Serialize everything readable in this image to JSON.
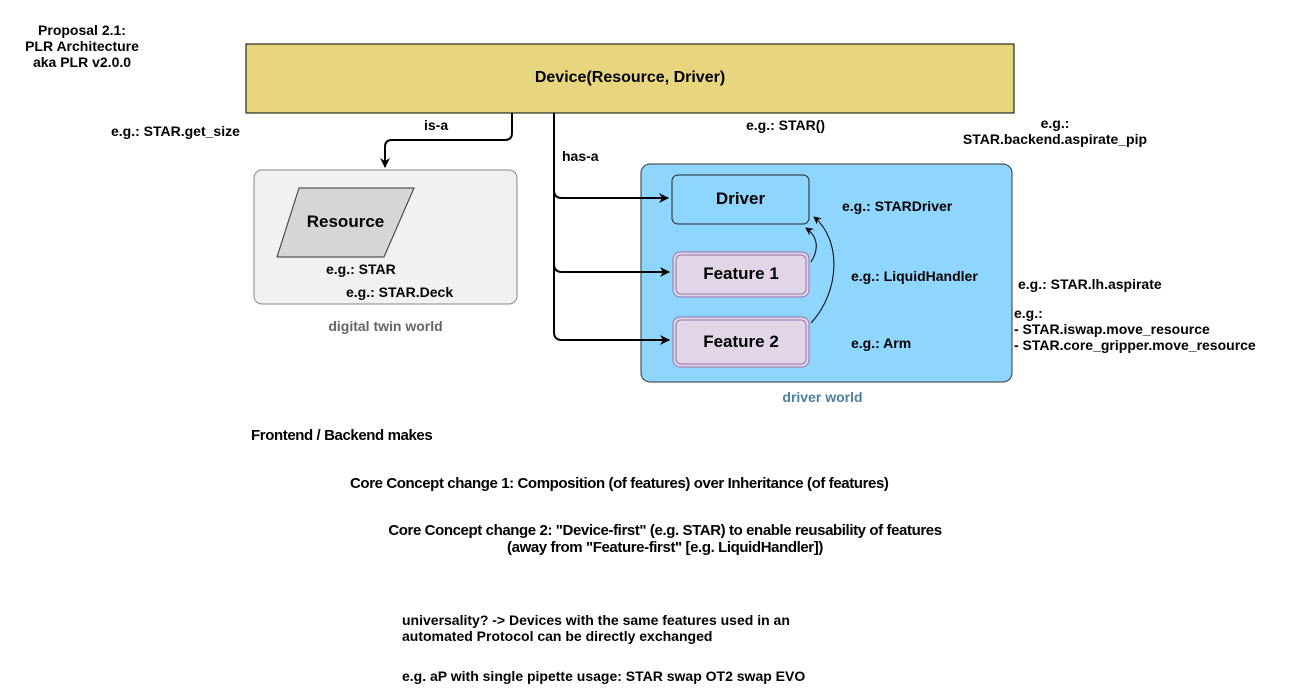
{
  "title": {
    "lines": [
      "Proposal 2.1:",
      "PLR Architecture",
      "aka PLR v2.0.0"
    ]
  },
  "device_box": {
    "label": "Device(Resource, Driver)",
    "fill": "#e8d67f"
  },
  "edges": {
    "is_a": "is-a",
    "has_a": "has-a"
  },
  "annotations": {
    "get_size": "e.g.: STAR.get_size",
    "star_ctor": "e.g.: STAR()",
    "backend_line1": "e.g.:",
    "backend_line2": "STAR.backend.aspirate_pip",
    "lh_aspirate": "e.g.: STAR.lh.aspirate",
    "move_line1": "e.g.:",
    "move_line2": "- STAR.iswap.move_resource",
    "move_line3": "- STAR.core_gripper.move_resource"
  },
  "digital_twin_world": {
    "caption": "digital twin world",
    "resource_label": "Resource",
    "example1": "e.g.: STAR",
    "example2": "e.g.: STAR.Deck",
    "fill": "#f1f1f1"
  },
  "driver_world": {
    "caption": "driver world",
    "fill": "#8fd6ff",
    "caption_color": "#4f7fa0",
    "driver": {
      "label": "Driver",
      "example": "e.g.: STARDriver"
    },
    "feature1": {
      "label": "Feature 1",
      "example": "e.g.: LiquidHandler"
    },
    "feature2": {
      "label": "Feature 2",
      "example": "e.g.: Arm"
    },
    "feature_fill": "#e1d5e7"
  },
  "notes": {
    "frontend_backend": "Frontend / Backend makes",
    "concept1": "Core Concept change 1: Composition (of features) over Inheritance (of features)",
    "concept2_line1": "Core Concept change 2: \"Device-first\" (e.g. STAR) to enable reusability of features",
    "concept2_line2": "(away from \"Feature-first\" [e.g. LiquidHandler])",
    "universality_line1": "universality? -> Devices with the same features used in an",
    "universality_line2": "automated Protocol can be directly exchanged",
    "example_swap": "e.g. aP with single pipette usage: STAR swap OT2 swap EVO"
  }
}
